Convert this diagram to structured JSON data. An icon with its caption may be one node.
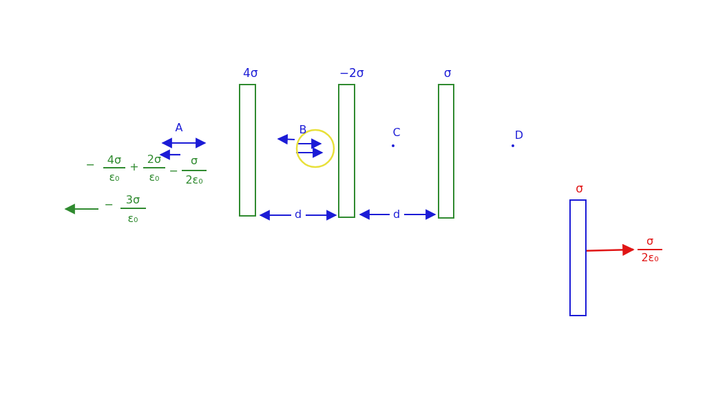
{
  "diagram": {
    "nodes": [
      {
        "text": [
          "4σ"
        ]
      },
      {
        "text": [
          "−2σ"
        ]
      },
      {
        "text": [
          "σ"
        ]
      },
      {
        "text": [
          "σ"
        ]
      },
      {
        "text": [
          "σ",
          "2ε₀"
        ]
      }
    ],
    "edges": [
      {
        "from": 3,
        "to": 4,
        "arrow": "to",
        "color": "#e01515"
      }
    ],
    "labels": [
      "A",
      "B",
      "C",
      "D",
      "−",
      "4σ",
      "ε₀",
      "+",
      "2σ",
      "ε₀",
      "−",
      "σ",
      "2ε₀",
      "−",
      "3σ",
      "ε₀",
      "d",
      "d"
    ]
  }
}
